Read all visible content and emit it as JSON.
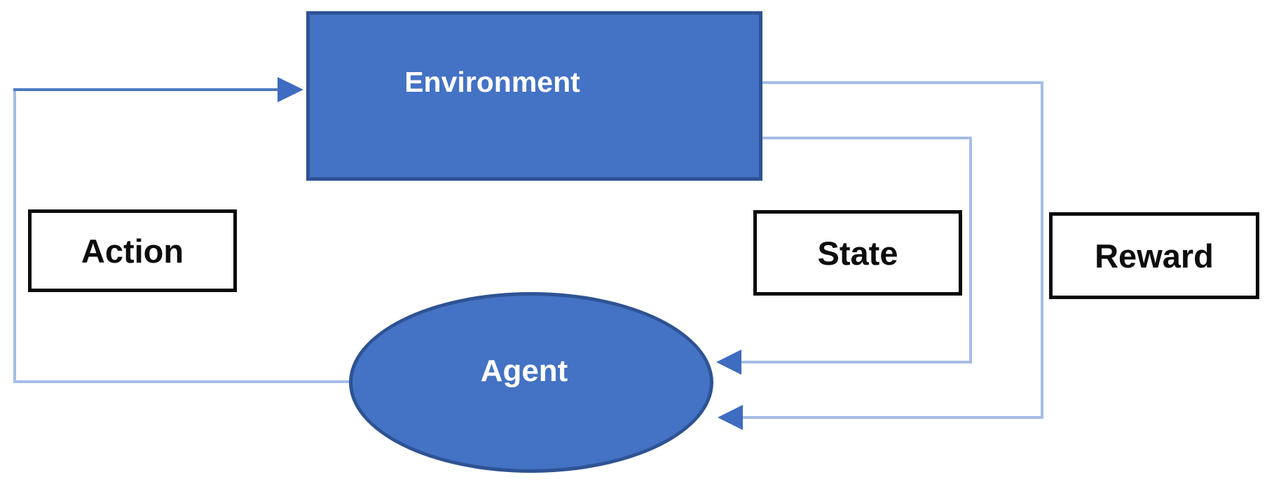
{
  "nodes": {
    "environment": {
      "label": "Environment",
      "shape": "rectangle",
      "style": "filled-blue"
    },
    "agent": {
      "label": "Agent",
      "shape": "ellipse",
      "style": "filled-blue"
    },
    "action": {
      "label": "Action",
      "shape": "rectangle",
      "style": "outlined-white"
    },
    "state": {
      "label": "State",
      "shape": "rectangle",
      "style": "outlined-white"
    },
    "reward": {
      "label": "Reward",
      "shape": "rectangle",
      "style": "outlined-white"
    }
  },
  "edges": [
    {
      "name": "action-loop",
      "from": "Agent",
      "to": "Environment",
      "passes_label": "Action",
      "side": "left",
      "arrowhead_at": "Environment"
    },
    {
      "name": "state-loop",
      "from": "Environment",
      "to": "Agent",
      "passes_label": "State",
      "side": "right",
      "arrowhead_at": "Agent"
    },
    {
      "name": "reward-loop",
      "from": "Environment",
      "to": "Agent",
      "passes_label": "Reward",
      "side": "right",
      "arrowhead_at": "Agent"
    }
  ],
  "colors": {
    "shape_fill": "#4472C4",
    "shape_border": "#2E5394",
    "connector_light": "#A6BCE6",
    "connector_dark": "#4C79C5",
    "arrowhead": "#3E6CC0",
    "outline_box_border": "#0A0A0A",
    "outline_box_text": "#0D0D0D",
    "filled_box_text": "#FFFFFF",
    "background": "#FFFFFF"
  }
}
